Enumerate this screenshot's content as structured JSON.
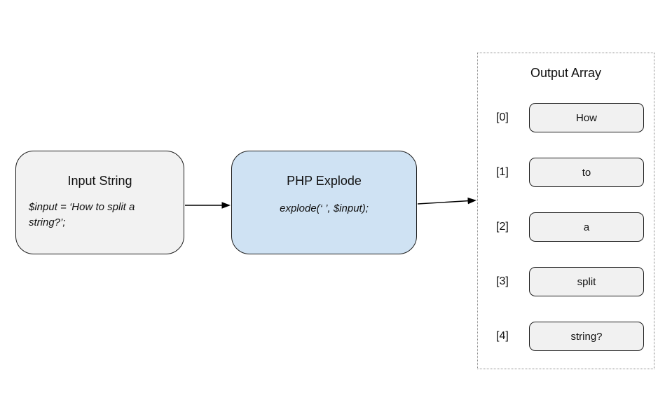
{
  "diagram": {
    "input_box": {
      "title": "Input String",
      "code": "$input = ‘How to split a string?’;"
    },
    "process_box": {
      "title": "PHP Explode",
      "code": "explode(‘ ’, $input);"
    },
    "output": {
      "title": "Output Array",
      "items": [
        {
          "index": "[0]",
          "value": "How"
        },
        {
          "index": "[1]",
          "value": "to"
        },
        {
          "index": "[2]",
          "value": "a"
        },
        {
          "index": "[3]",
          "value": "split"
        },
        {
          "index": "[4]",
          "value": "string?"
        }
      ]
    },
    "colors": {
      "process_fill": "#cfe2f3",
      "box_fill": "#f2f2f2",
      "item_fill": "#f1f1f1",
      "border": "#1c1c1c",
      "container_border": "#8a8a8a",
      "arrow": "#000000"
    }
  }
}
